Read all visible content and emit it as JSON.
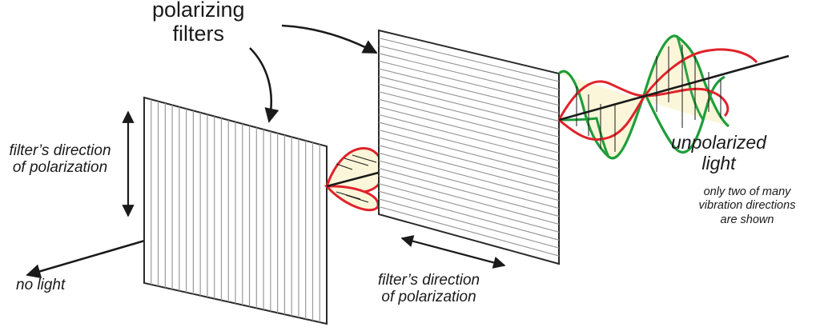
{
  "labels": {
    "polarizing_filters": [
      "polarizing",
      "filters"
    ],
    "filter_direction_left": [
      "filter’s direction",
      "of polarization"
    ],
    "filter_direction_bottom": [
      "filter’s direction",
      "of polarization"
    ],
    "no_light": "no light",
    "unpolarized_light": [
      "unpolarized",
      "light"
    ],
    "two_directions_note": [
      "only two of many",
      "vibration directions",
      "are shown"
    ]
  },
  "colors": {
    "ink": "#1a1a1a",
    "red_wave": "#e0222b",
    "green_wave": "#1f9e3a",
    "wave_fill": "#fbf6d9",
    "filter_lines": "#9a9a9a"
  }
}
